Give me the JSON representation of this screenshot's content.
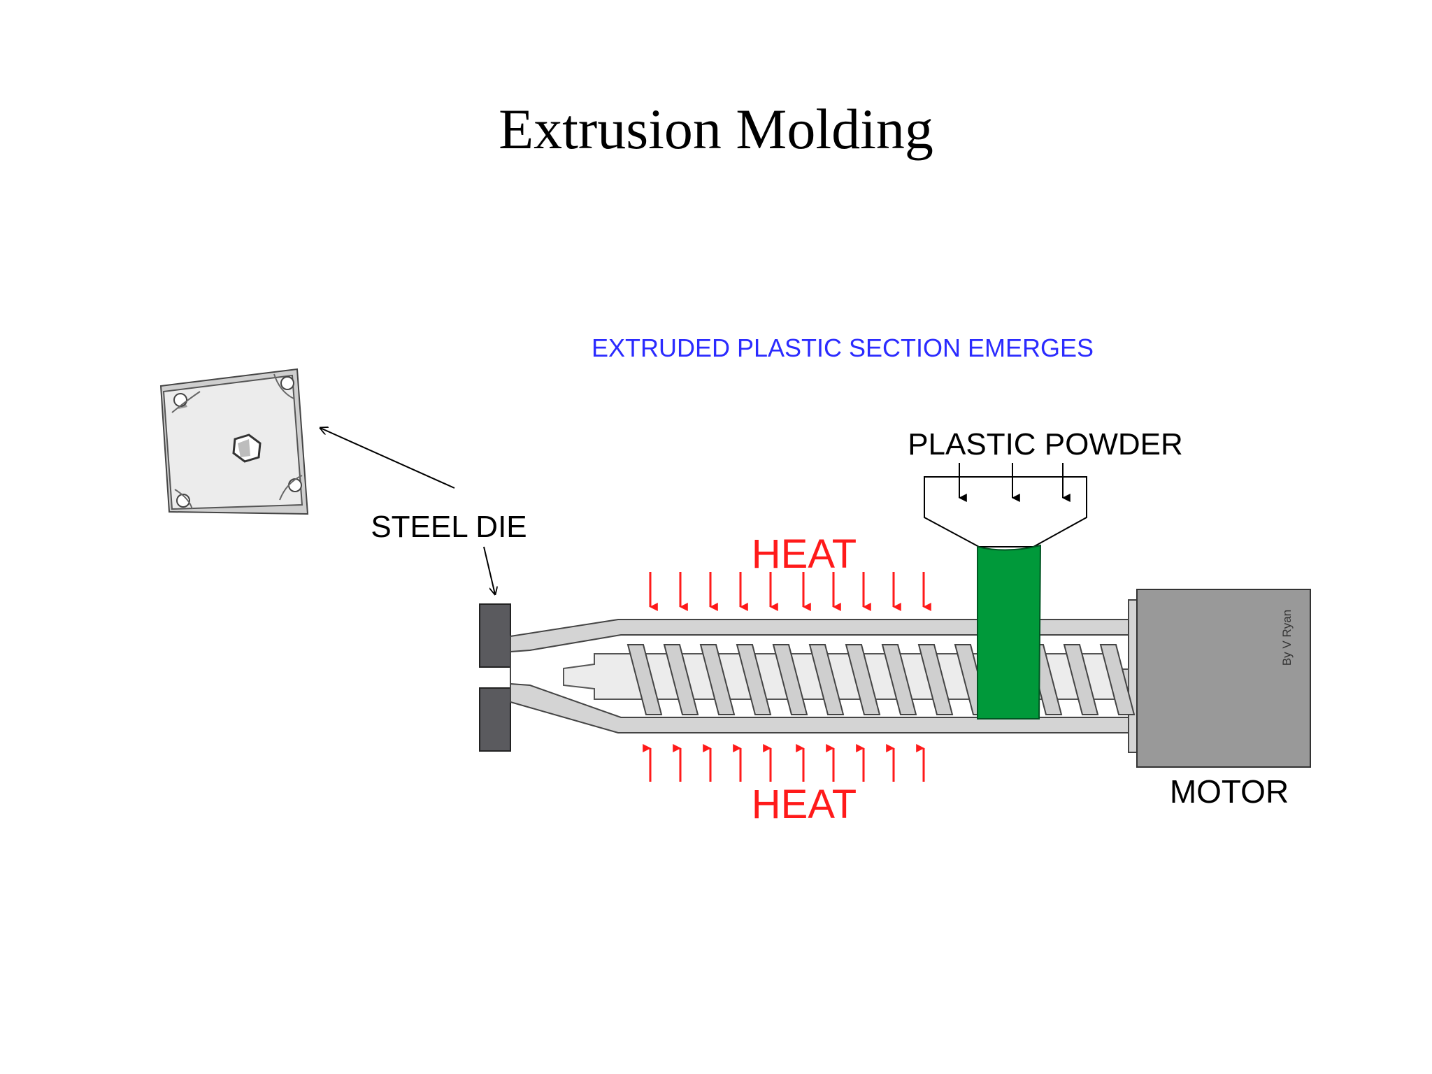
{
  "slide": {
    "title": "Extrusion Molding"
  },
  "diagram": {
    "labels": {
      "emerges": "EXTRUDED PLASTIC SECTION EMERGES",
      "plastic_powder": "PLASTIC POWDER",
      "steel_die": "STEEL DIE",
      "heat_top": "HEAT",
      "heat_bottom": "HEAT",
      "motor": "MOTOR",
      "credit": "By V Ryan"
    },
    "colors": {
      "emerges_text": "#2b2bff",
      "heat": "#ff1a1a",
      "plastic": "#00993a",
      "barrel": "#d4d4d4",
      "motor": "#999999",
      "die": "#5a5a5e"
    }
  }
}
